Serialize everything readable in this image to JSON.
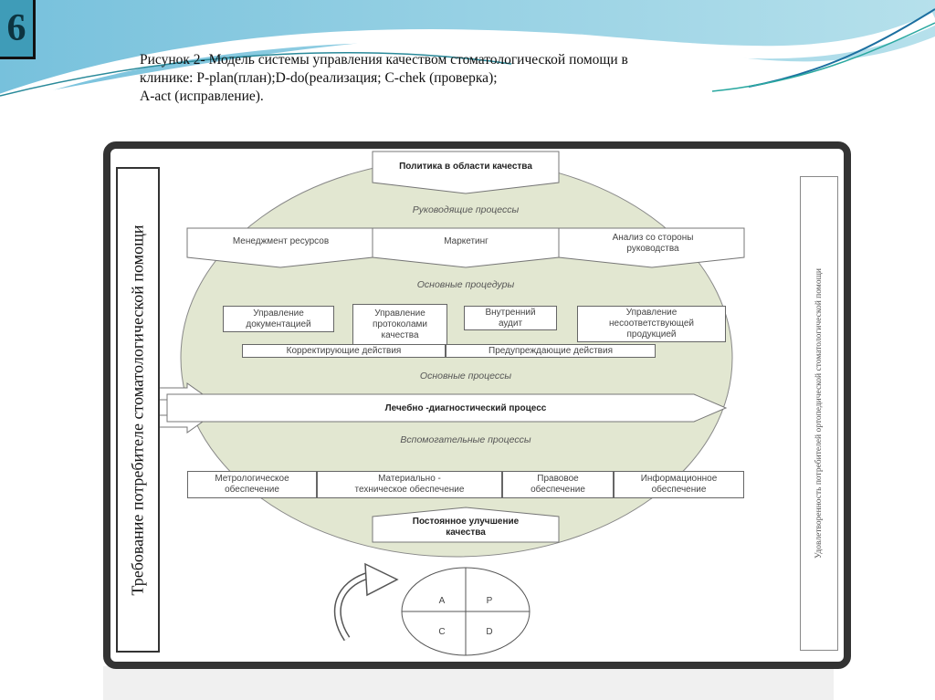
{
  "slide_number": "6",
  "caption": {
    "line1": "Рисунок 2- Модель системы  управления качеством  стоматологической помощи  в",
    "line2": "клинике: P-plan(план);D-do(реализация; C-chek (проверка);",
    "line3": "A-act (исправление)."
  },
  "left_label": "Требование  потребителе стоматологической  помощи",
  "right_label": "Удовлетворенность  потребителей ортопедической стоматологической помощи",
  "diagram": {
    "policy": "Политика в области качества",
    "managing_label": "Руководящие процессы",
    "managing": [
      "Менеджмент ресурсов",
      "Маркетинг",
      "Анализ со стороны руководства"
    ],
    "procedures_label": "Основные процедуры",
    "procedures": [
      "Управление документацией",
      "Управление протоколами качества",
      "Внутренний аудит",
      "Управление несоответствующей продукцией"
    ],
    "corrective": "Корректирующие действия",
    "preventive": "Предупреждающие действия",
    "main_label": "Основные процессы",
    "main_process": "Лечебно -диагностический процесс",
    "support_label": "Вспомогательные процессы",
    "support": [
      "Метрологическое обеспечение",
      "Материально - техническое обеспечение",
      "Правовое обеспечение",
      "Информационное обеспечение"
    ],
    "improvement": "Постоянное улучшение качества",
    "pdca": {
      "a": "A",
      "p": "P",
      "c": "C",
      "d": "D"
    }
  }
}
